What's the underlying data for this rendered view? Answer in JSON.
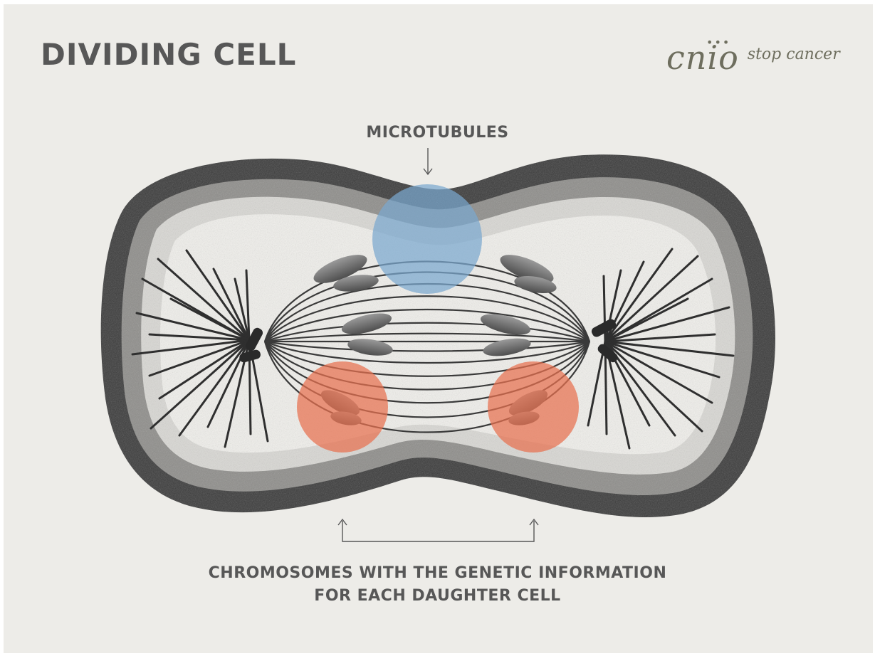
{
  "title": "DIVIDING CELL",
  "logo": {
    "mark": "cnio",
    "tagline": "stop cancer"
  },
  "labels": {
    "microtubules": "MICROTUBULES",
    "chromosomes_line1": "CHROMOSOMES WITH THE GENETIC INFORMATION",
    "chromosomes_line2": "FOR EACH DAUGHTER CELL"
  },
  "colors": {
    "background": "#edece8",
    "text": "#575757",
    "microtubule_highlight": "#7aa7cf",
    "chromosome_highlight": "#e8704f",
    "cell_ink": "#2e2e2e"
  },
  "icons": {
    "logo_dots": "three-dots-over-i"
  }
}
